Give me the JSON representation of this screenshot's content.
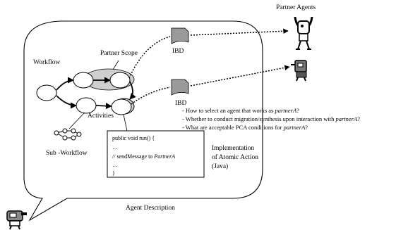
{
  "labels": {
    "partner_agents": "Partner Agents",
    "workflow": "Workflow",
    "partner_scope": "Partner Scope",
    "ibd_top": "IBD",
    "ibd_bottom": "IBD",
    "activities": "Activities",
    "sub_workflow": "Sub -Workflow",
    "agent_description": "Agent Description",
    "implementation": [
      "Implementation",
      "of Atomic Action",
      "(Java)"
    ]
  },
  "code": {
    "lines": [
      {
        "text": "public void run() {",
        "italic_part": ""
      },
      {
        "text": "…",
        "italic_part": ""
      },
      {
        "text": "// sendMessage to ",
        "italic_part": "PartnerA"
      },
      {
        "text": "…",
        "italic_part": ""
      },
      {
        "text": "}",
        "italic_part": ""
      }
    ]
  },
  "questions": [
    {
      "prefix": "- How to select an agent that works as ",
      "italic": "partnerA",
      "suffix": "?"
    },
    {
      "prefix": "- Whether to conduct migration/synthesis upon interaction with ",
      "italic": "partnerA",
      "suffix": "?"
    },
    {
      "prefix": "- What are acceptable PCA conditions for ",
      "italic": "partnerA",
      "suffix": "?"
    }
  ],
  "icons": [
    "robot-agent-icon",
    "robot-agent-icon",
    "robot-agent-icon"
  ]
}
